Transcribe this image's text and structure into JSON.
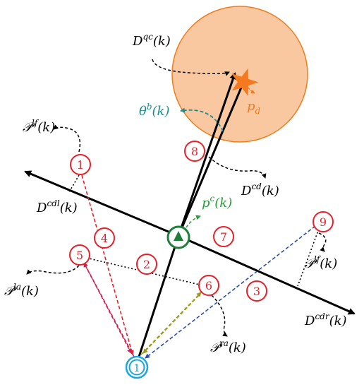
{
  "labels": {
    "D_qc": "D",
    "D_qc_sup": "qc",
    "D_qc_arg": "(k)",
    "p_d": "p",
    "p_d_sub": "d",
    "theta_b": "θ",
    "theta_b_sup": "b",
    "theta_b_arg": "(k)",
    "P_lf_left": "𝒫",
    "P_lf_left_sup": "lf",
    "P_lf_left_arg": "(k)",
    "D_cdl": "D",
    "D_cdl_sup": "cdl",
    "D_cdl_arg": "(k)",
    "D_cd": "D",
    "D_cd_sup": "cd",
    "D_cd_arg": "(k)",
    "p_c": "p",
    "p_c_sup": "c",
    "p_c_arg": "(k)",
    "P_lf_right": "𝒫",
    "P_lf_right_sup": "lf",
    "P_lf_right_arg": "(k)",
    "P_la": "𝒫",
    "P_la_sup": "la",
    "P_la_arg": "(k)",
    "P_ra": "𝒫",
    "P_ra_sup": "ra",
    "P_ra_arg": "(k)",
    "D_cdr": "D",
    "D_cdr_sup": "cdr",
    "D_cdr_arg": "(k)"
  },
  "regions": [
    "1",
    "2",
    "3",
    "4",
    "5",
    "6",
    "7",
    "8",
    "9"
  ],
  "base_marker": "1",
  "colors": {
    "region_red": "#e8202a",
    "disk_fill": "#f9c8a0",
    "disk_stroke": "#f07d1e",
    "star": "#f57a1f",
    "center_green": "#1e7f3a",
    "base_cyan": "#1aa6e0",
    "theta_teal": "#1f8a8a",
    "pc_green": "#2a9a3a",
    "blue_dashed": "#2c4fa8",
    "olive_dashed": "#9a9a1a",
    "red_dashed": "#e8202a",
    "crimson_dashed": "#d02050"
  }
}
